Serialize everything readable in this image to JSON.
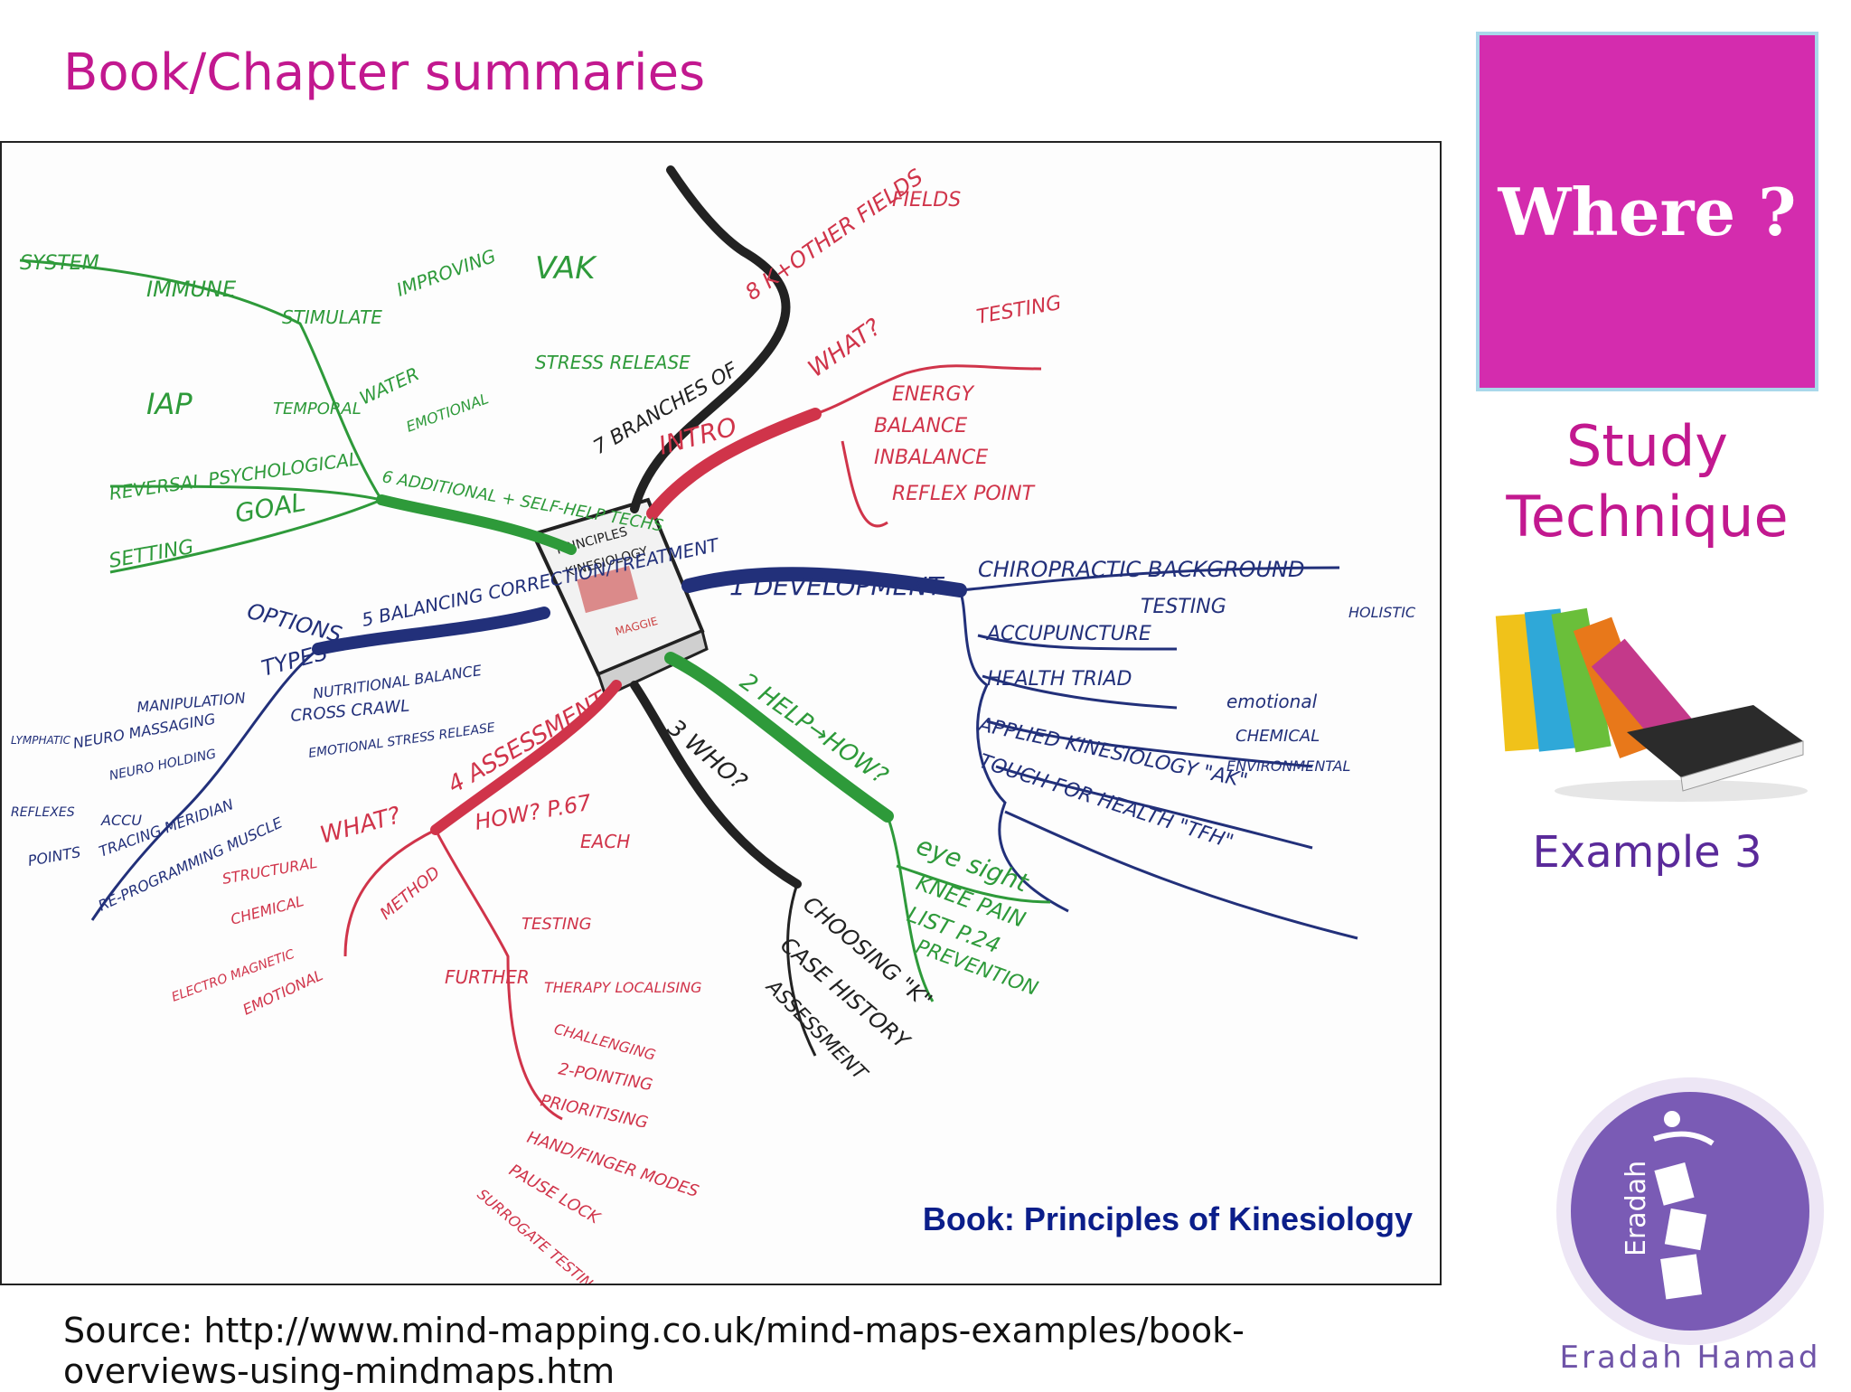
{
  "slide": {
    "title": "Book/Chapter summaries",
    "where_label": "Where ?",
    "study_line1": "Study",
    "study_line2": "Technique",
    "example_label": "Example 3",
    "book_caption": "Book: Principles of Kinesiology",
    "source_text": "Source: http://www.mind-mapping.co.uk/mind-maps-examples/book-overviews-using-mindmaps.htm",
    "logo_text": "Eradah",
    "logo_name": "Eradah Hamad"
  },
  "mind_map": {
    "center": {
      "line1": "PRINCIPLES",
      "line2": "KINESIOLOGY",
      "line3": "MAGGIE"
    },
    "branches": {
      "development": "1 DEVELOPMENT",
      "help_how": "2 HELP→HOW?",
      "who": "3 WHO?",
      "assessment": "4 ASSESSMENT",
      "balancing": "5 BALANCING CORRECTION/TREATMENT",
      "additional": "6 ADDITIONAL + SELF-HELP TECHS",
      "branches_of": "7 BRANCHES OF",
      "intro": "INTRO",
      "k_other": "8 K+OTHER FIELDS"
    },
    "labels": {
      "chiropractic": "CHIROPRACTIC BACKGROUND",
      "testing1": "TESTING",
      "holistic": "HOLISTIC",
      "acupuncture": "ACCUPUNCTURE",
      "health_triad": "HEALTH TRIAD",
      "emotional": "emotional",
      "chemical": "CHEMICAL",
      "environmental": "ENVIRONMENTAL",
      "applied_k": "APPLIED KINESIOLOGY \"AK\"",
      "touch_health": "TOUCH FOR HEALTH \"TFH\"",
      "eye_sight": "eye sight",
      "knee_pain": "KNEE PAIN",
      "list_p24": "LIST P.24",
      "prevention": "PREVENTION",
      "choosing_k": "CHOOSING \"K\"",
      "case_history": "CASE HISTORY",
      "assessment2": "ASSESSMENT",
      "testing_top": "TESTING",
      "what_top": "WHAT?",
      "energy": "ENERGY",
      "balance": "BALANCE",
      "inbalance": "INBALANCE",
      "reflex": "REFLEX POINT",
      "fields": "FIELDS",
      "vak": "VAK",
      "system": "SYSTEM",
      "immune": "IMMUNE",
      "stimulate": "STIMULATE",
      "improving": "IMPROVING",
      "stress_release": "STRESS RELEASE",
      "iap": "IAP",
      "temporal": "TEMPORAL",
      "water": "WATER",
      "emotional_green": "EMOTIONAL",
      "reversal": "REVERSAL PSYCHOLOGICAL",
      "goal": "GOAL",
      "setting": "SETTING",
      "options": "OPTIONS",
      "types": "TYPES",
      "nutritional": "NUTRITIONAL BALANCE",
      "cross_crawl": "CROSS CRAWL",
      "emotional_stress": "EMOTIONAL STRESS RELEASE",
      "manipulation": "MANIPULATION",
      "neuro_massaging": "NEURO MASSAGING",
      "neuro_holding": "NEURO HOLDING",
      "lymphatic": "LYMPHATIC",
      "reflexes": "REFLEXES",
      "accu": "ACCU",
      "points": "POINTS",
      "tracing": "TRACING MERIDIAN",
      "reprogramming": "RE-PROGRAMMING MUSCLE",
      "what_assess": "WHAT?",
      "how_p67": "HOW? P.67",
      "each": "EACH",
      "structural": "STRUCTURAL",
      "chemical_red": "CHEMICAL",
      "electromagnetic": "ELECTRO MAGNETIC",
      "emotional_red": "EMOTIONAL",
      "method": "METHOD",
      "testing_red": "TESTING",
      "further": "FURTHER",
      "therapy": "THERAPY LOCALISING",
      "challenging": "CHALLENGING",
      "two_pointing": "2-POINTING",
      "prioritising": "PRIORITISING",
      "hand_finger": "HAND/FINGER MODES",
      "pause_lock": "PAUSE LOCK",
      "surrogate": "SURROGATE TESTING"
    }
  },
  "colors": {
    "title": "#c2188f",
    "where_bg": "#d42cae",
    "where_border": "#a9d8ea",
    "caption": "#0b1e8a",
    "green": "#2e9a3a",
    "red": "#d0344a",
    "blue": "#22307a",
    "black": "#222222",
    "logo": "#6f54a8"
  }
}
